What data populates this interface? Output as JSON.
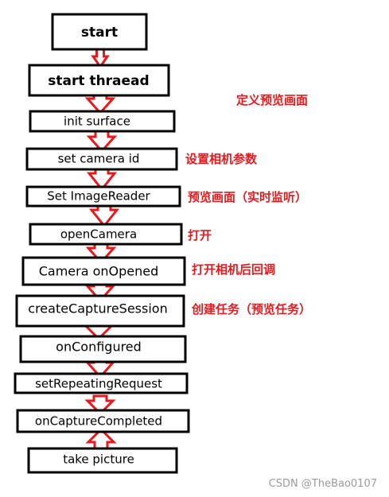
{
  "steps": [
    "start",
    "start thraead",
    "init surface",
    "set camera id",
    "Set ImageReader",
    "openCamera",
    "Camera onOpened",
    "createCaptureSession",
    "onConfigured",
    "setRepeatingRequest",
    "onCaptureCompleted",
    "take picture"
  ],
  "annotations": {
    "define_preview": "定义预览画面",
    "set_camera_params": "设置相机参数",
    "preview_realtime": "预览画面（实时监听）",
    "open": "打开",
    "after_open_callback": "打开相机后回调",
    "create_task": "创建任务（预览任务）"
  },
  "watermark": "CSDN @TheBao0107",
  "colors": {
    "arrow": "#e8191d",
    "annotation": "#e8191d",
    "box_border": "#000000",
    "watermark": "#9a9a9a"
  }
}
